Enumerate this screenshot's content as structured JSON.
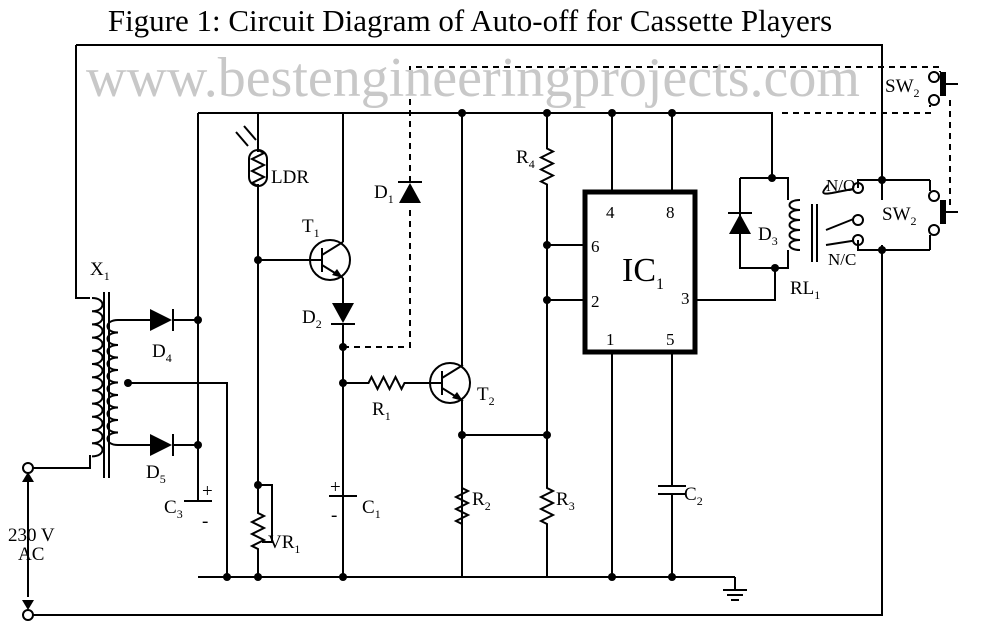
{
  "title": "Figure 1: Circuit Diagram of Auto-off for Cassette Players",
  "watermark": "www.bestengineeringprojects.com",
  "supply": {
    "line1": "230 V",
    "line2": "AC"
  },
  "labels": {
    "X1": {
      "main": "X",
      "sub": "1"
    },
    "D1": {
      "main": "D",
      "sub": "1"
    },
    "D2": {
      "main": "D",
      "sub": "2"
    },
    "D3": {
      "main": "D",
      "sub": "3"
    },
    "D4": {
      "main": "D",
      "sub": "4"
    },
    "D5": {
      "main": "D",
      "sub": "5"
    },
    "T1": {
      "main": "T",
      "sub": "1"
    },
    "T2": {
      "main": "T",
      "sub": "2"
    },
    "R1": {
      "main": "R",
      "sub": "1"
    },
    "R2": {
      "main": "R",
      "sub": "2"
    },
    "R3": {
      "main": "R",
      "sub": "3"
    },
    "R4": {
      "main": "R",
      "sub": "4"
    },
    "C1": {
      "main": "C",
      "sub": "1"
    },
    "C2": {
      "main": "C",
      "sub": "2"
    },
    "C3": {
      "main": "C",
      "sub": "3"
    },
    "VR1": {
      "main": "VR",
      "sub": "1"
    },
    "IC1": {
      "main": "IC",
      "sub": "1"
    },
    "RL1": {
      "main": "RL",
      "sub": "1"
    },
    "SW2a": {
      "main": "SW",
      "sub": "2"
    },
    "SW2b": {
      "main": "SW",
      "sub": "2"
    },
    "LDR": "LDR",
    "NO": "N/O",
    "NC": "N/C",
    "plus": "+",
    "minus": "-"
  },
  "ic_pins": {
    "p4": "4",
    "p8": "8",
    "p6": "6",
    "p2": "2",
    "p3": "3",
    "p1": "1",
    "p5": "5"
  }
}
